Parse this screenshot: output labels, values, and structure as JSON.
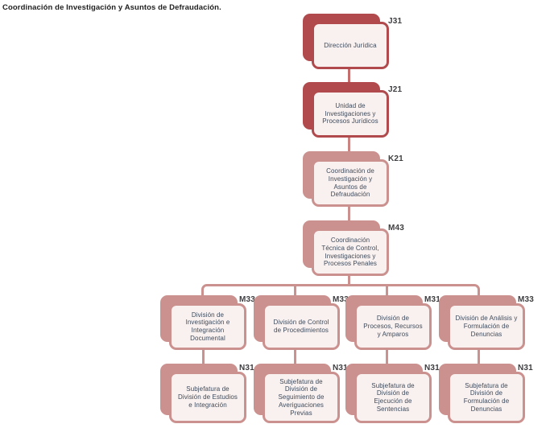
{
  "title": "Coordinación de Investigación y Asuntos de Defraudación.",
  "org": {
    "chain": [
      {
        "code": "J31",
        "name": "Dirección Jurídica"
      },
      {
        "code": "J21",
        "name": "Unidad de Investigaciones y Procesos Jurídicos"
      },
      {
        "code": "K21",
        "name": "Coordinación de Investigación y Asuntos de Defraudación"
      },
      {
        "code": "M43",
        "name": "Coordinación Técnica de Control, Investigaciones y Procesos Penales"
      }
    ],
    "divisions": [
      {
        "code": "M33",
        "name": "División de Investigación e Integración Documental"
      },
      {
        "code": "M33",
        "name": "División de Control de Procedimientos"
      },
      {
        "code": "M31",
        "name": "División de Procesos, Recursos y Amparos"
      },
      {
        "code": "M33",
        "name": "División de Análisis y Formulación de Denuncias"
      }
    ],
    "subjefaturas": [
      {
        "code": "N31",
        "name": "Subjefatura de División de Estudios e Integración"
      },
      {
        "code": "N31",
        "name": "Subjefatura de División de Seguimiento de Averiguaciones Previas"
      },
      {
        "code": "N31",
        "name": "Subjefatura de División de Ejecución de Sentencias"
      },
      {
        "code": "N31",
        "name": "Subjefatura de División de Formulación de Denuncias"
      }
    ]
  },
  "colors": {
    "primary_red": "#b04a4d",
    "secondary_rose": "#ca918f",
    "box_fill": "#f8f1f0",
    "connector_top": "#c46f6e",
    "box_text": "#3f4a5a",
    "code_text": "#3e3d40",
    "title_text": "#1f1f1f"
  }
}
